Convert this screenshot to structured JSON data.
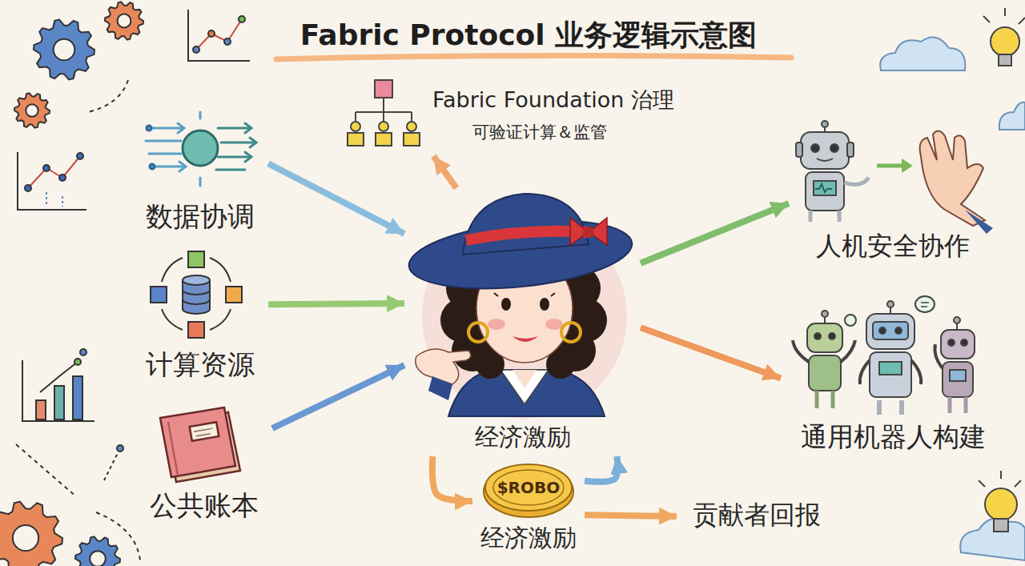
{
  "diagram": {
    "title": "Fabric Protocol 业务逻辑示意图",
    "nodes": [
      {
        "text": [
          "Fabric Foundation 治理",
          "可验证计算＆监管"
        ]
      },
      {
        "text": [
          "数据协调"
        ]
      },
      {
        "text": [
          "人机安全协作"
        ]
      },
      {
        "text": [
          "计算资源"
        ]
      },
      {
        "text": [
          "经济激励"
        ]
      },
      {
        "text": [
          "通用机器人构建"
        ]
      },
      {
        "text": [
          "公共账本"
        ]
      },
      {
        "text": [
          "$ROBO",
          "经济激励"
        ]
      },
      {
        "text": [
          "贡献者回报"
        ]
      }
    ],
    "edges": [
      {
        "from": 1,
        "to": 4,
        "arrow": "to"
      },
      {
        "from": 3,
        "to": 4,
        "arrow": "to"
      },
      {
        "from": 6,
        "to": 4,
        "arrow": "to"
      },
      {
        "from": 4,
        "to": 0,
        "arrow": "to"
      },
      {
        "from": 4,
        "to": 2,
        "arrow": "to"
      },
      {
        "from": 4,
        "to": 5,
        "arrow": "to"
      },
      {
        "from": 4,
        "to": 7,
        "arrow": "to"
      },
      {
        "from": 7,
        "to": 4,
        "arrow": "to"
      },
      {
        "from": 7,
        "to": 8,
        "arrow": "to"
      }
    ]
  }
}
